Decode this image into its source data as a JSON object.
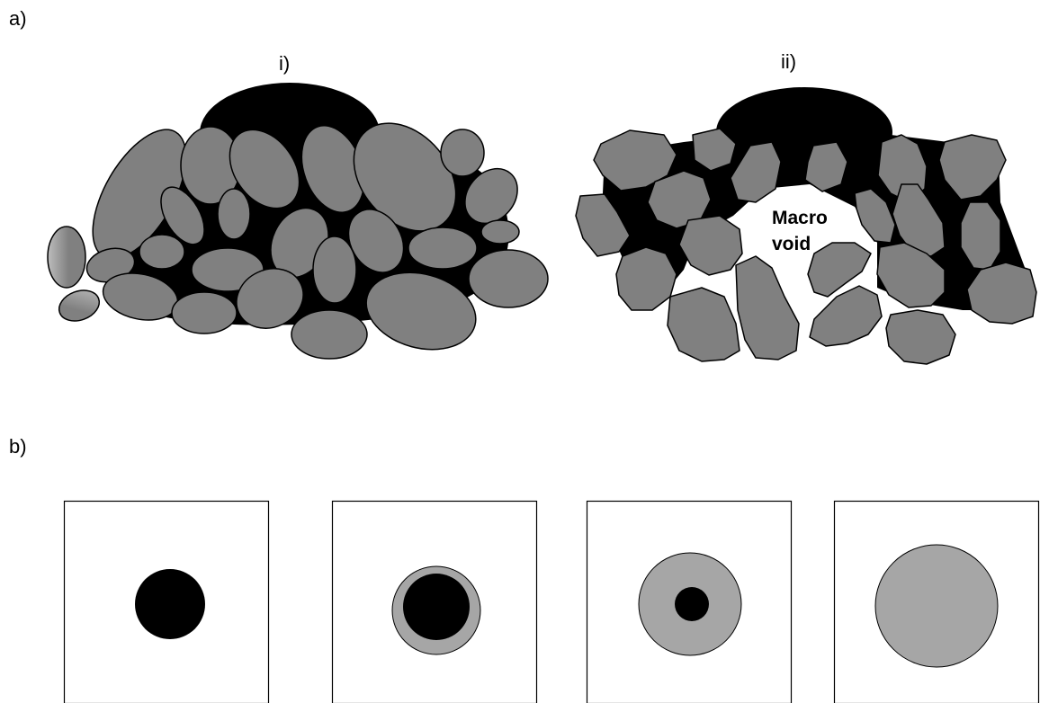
{
  "labels": {
    "panel_a": "a)",
    "panel_b": "b)",
    "sub_i": "i)",
    "sub_ii": "ii)",
    "macro_void_line1": "Macro",
    "macro_void_line2": "void"
  },
  "colors": {
    "binder": "#000000",
    "particle": "#808080",
    "stage_ring": "#a6a6a6",
    "background": "#ffffff"
  },
  "stages_b": [
    {
      "core_fraction": 1.0,
      "shell_present": false
    },
    {
      "core_fraction": 0.79,
      "shell_present": true
    },
    {
      "core_fraction": 0.33,
      "shell_present": true
    },
    {
      "core_fraction": 0.0,
      "shell_present": true
    }
  ]
}
